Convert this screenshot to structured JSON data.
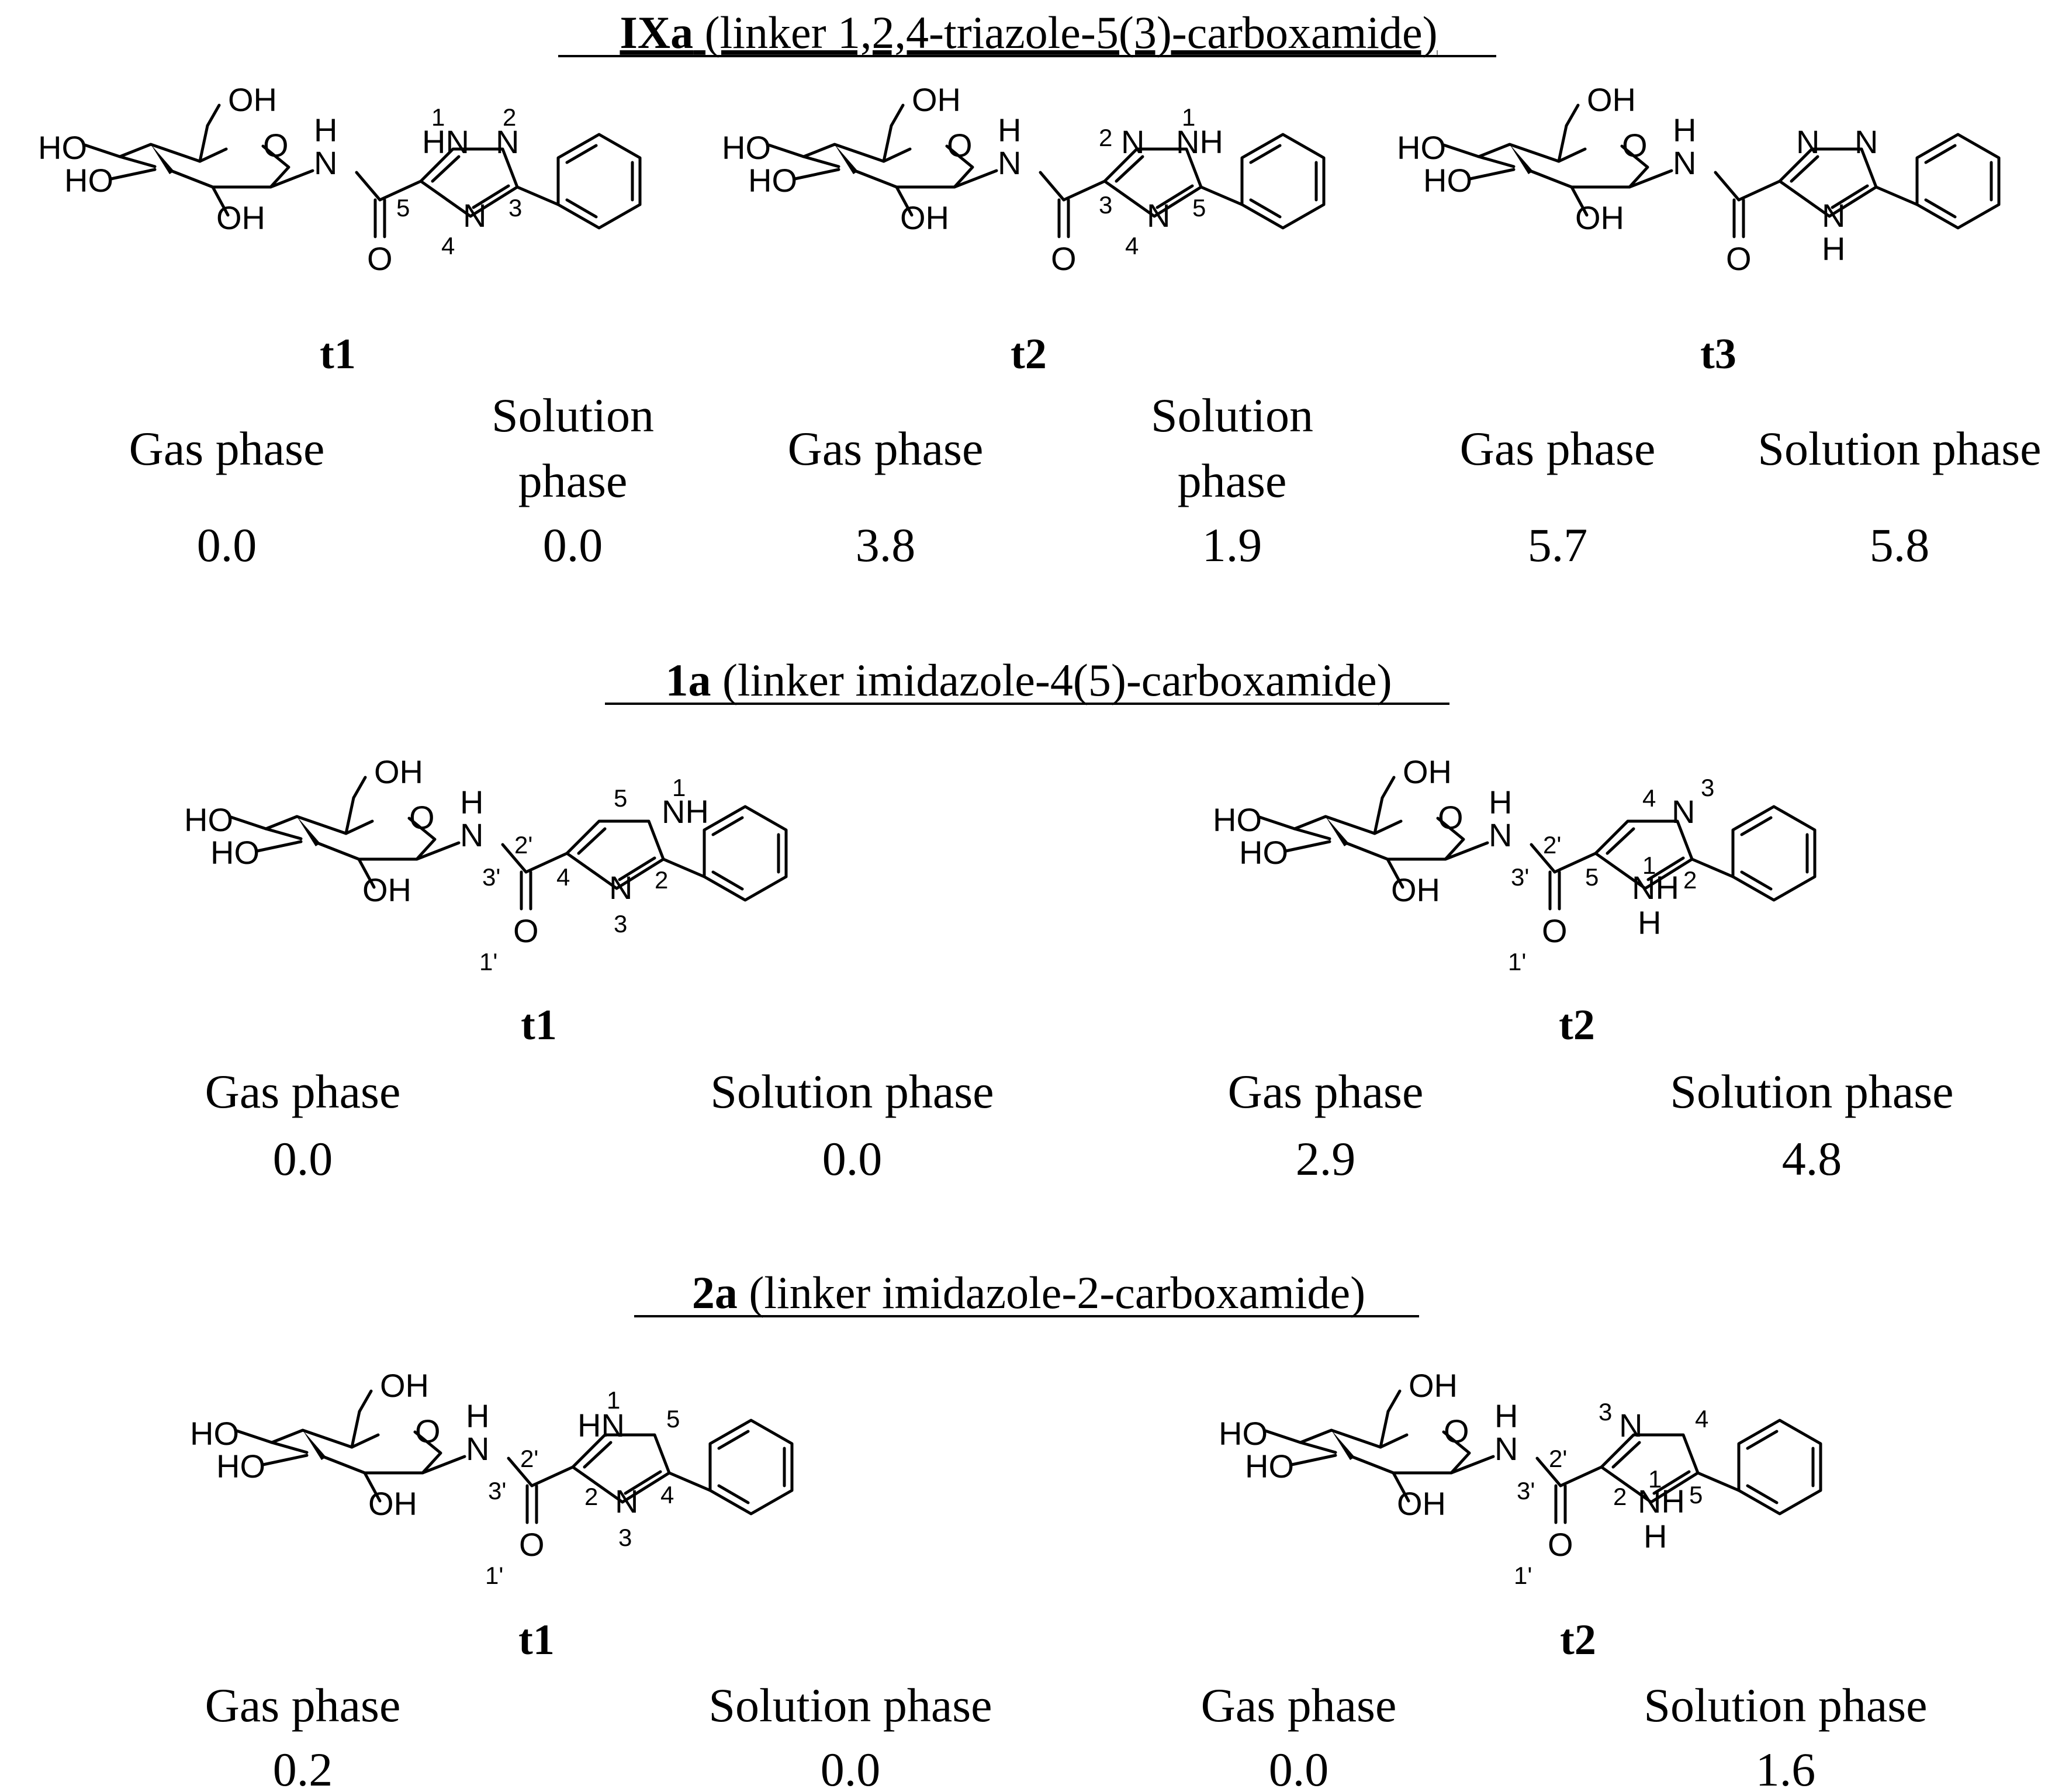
{
  "figure": {
    "sections": [
      {
        "compound": "IXa",
        "linker": "(linker 1,2,4-triazole-5(3)-carboxamide)",
        "tautomers": [
          {
            "label": "t1",
            "gas_label": "Gas phase",
            "solution_label": "Solution phase",
            "gas_value": "0.0",
            "solution_value": "0.0"
          },
          {
            "label": "t2",
            "gas_label": "Gas phase",
            "solution_label": "Solution phase",
            "gas_value": "3.8",
            "solution_value": "1.9"
          },
          {
            "label": "t3",
            "gas_label": "Gas phase",
            "solution_label": "Solution phase",
            "gas_value": "5.7",
            "solution_value": "5.8"
          }
        ]
      },
      {
        "compound": "1a",
        "linker": "(linker imidazole-4(5)-carboxamide)",
        "tautomers": [
          {
            "label": "t1",
            "gas_label": "Gas phase",
            "solution_label": "Solution phase",
            "gas_value": "0.0",
            "solution_value": "0.0"
          },
          {
            "label": "t2",
            "gas_label": "Gas phase",
            "solution_label": "Solution phase",
            "gas_value": "2.9",
            "solution_value": "4.8"
          }
        ]
      },
      {
        "compound": "2a",
        "linker": "(linker imidazole-2-carboxamide)",
        "tautomers": [
          {
            "label": "t1",
            "gas_label": "Gas phase",
            "solution_label": "Solution phase",
            "gas_value": "0.2",
            "solution_value": "0.0"
          },
          {
            "label": "t2",
            "gas_label": "Gas phase",
            "solution_label": "Solution phase",
            "gas_value": "0.0",
            "solution_value": "1.6"
          }
        ]
      }
    ],
    "solution_line1": "Solution",
    "solution_line2": "phase",
    "atoms": {
      "OH": "OH",
      "HO": "HO",
      "O": "O",
      "H": "H",
      "N": "N",
      "NH": "NH",
      "HN": "HN"
    },
    "numbers": {
      "n1": "1",
      "n2": "2",
      "n3": "3",
      "n4": "4",
      "n5": "5",
      "n1p": "1'",
      "n2p": "2'",
      "n3p": "3'"
    }
  }
}
